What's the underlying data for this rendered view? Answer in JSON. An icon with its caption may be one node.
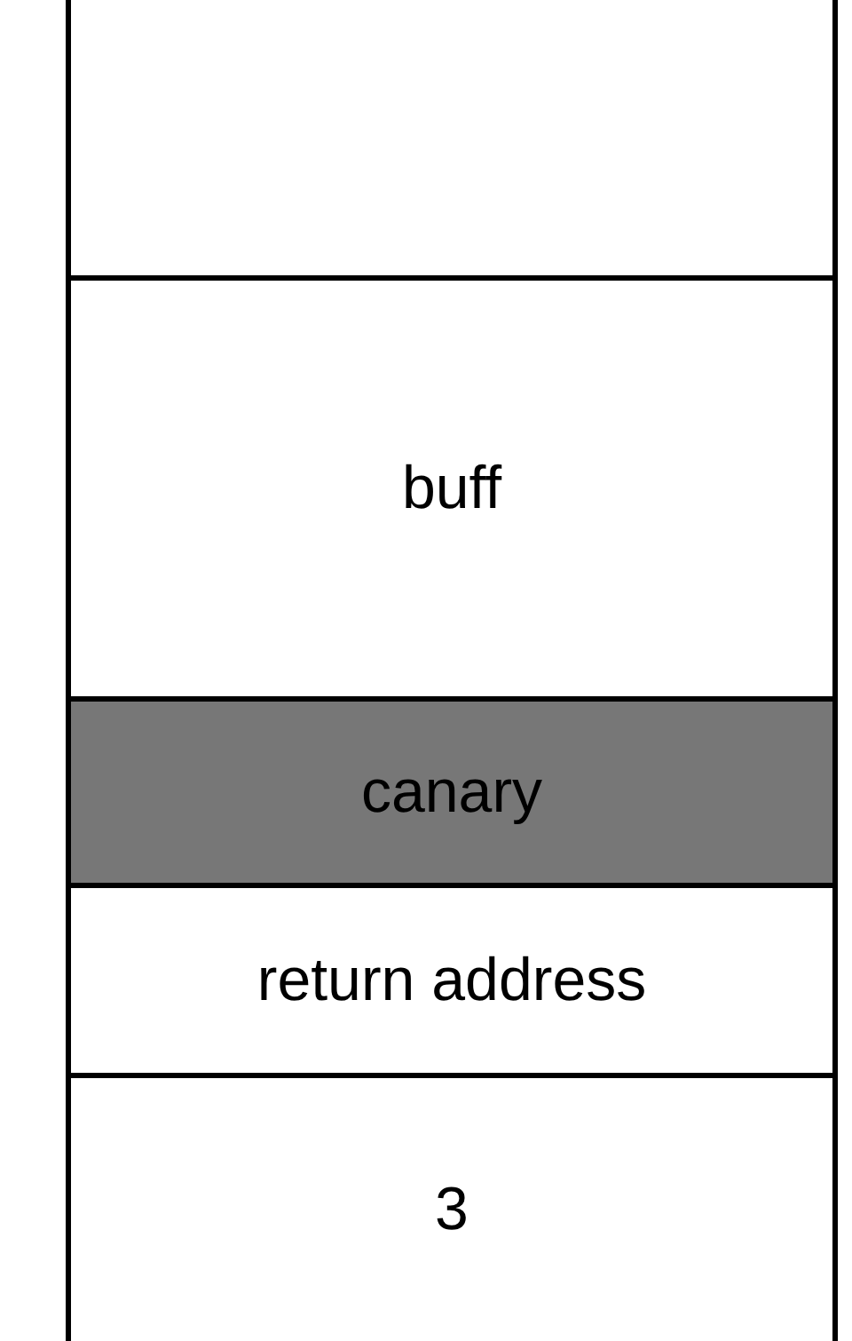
{
  "diagram": {
    "nodes": [
      {
        "text": [],
        "shape": "box"
      },
      {
        "text": [
          "buff"
        ]
      },
      {
        "text": [
          "canary"
        ]
      },
      {
        "text": [
          "return address"
        ]
      },
      {
        "text": [
          "3"
        ]
      }
    ]
  }
}
